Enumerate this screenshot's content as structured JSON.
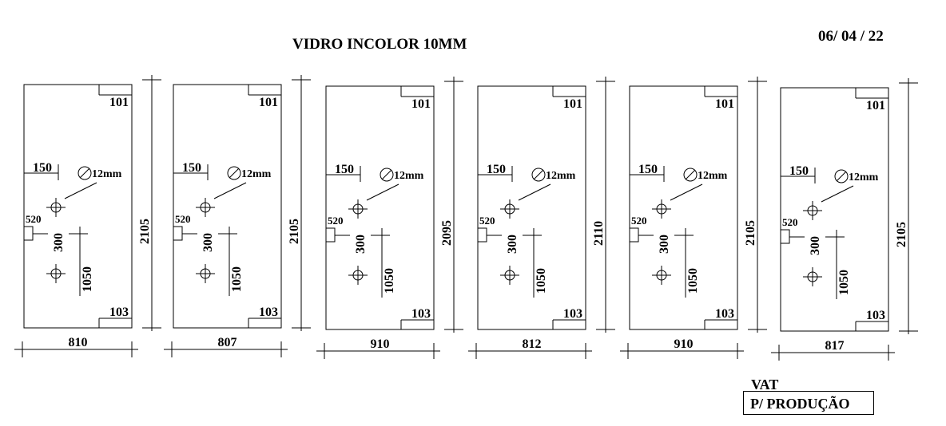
{
  "header": {
    "title": "VIDRO INCOLOR 10MM",
    "date": "06/ 04 / 22"
  },
  "footer": {
    "vat": "VAT",
    "box_label": "P/ PRODUÇÃO"
  },
  "panels": [
    {
      "width": "810",
      "height": "2105",
      "top_tag": "101",
      "bottom_tag": "103",
      "dim_150": "150",
      "dim_520": "520",
      "dim_300": "300",
      "dim_1050": "1050",
      "hole": "12mm"
    },
    {
      "width": "807",
      "height": "2105",
      "top_tag": "101",
      "bottom_tag": "103",
      "dim_150": "150",
      "dim_520": "520",
      "dim_300": "300",
      "dim_1050": "1050",
      "hole": "12mm"
    },
    {
      "width": "910",
      "height": "2095",
      "top_tag": "101",
      "bottom_tag": "103",
      "dim_150": "150",
      "dim_520": "520",
      "dim_300": "300",
      "dim_1050": "1050",
      "hole": "12mm"
    },
    {
      "width": "812",
      "height": "2110",
      "top_tag": "101",
      "bottom_tag": "103",
      "dim_150": "150",
      "dim_520": "520",
      "dim_300": "300",
      "dim_1050": "1050",
      "hole": "12mm"
    },
    {
      "width": "910",
      "height": "2105",
      "top_tag": "101",
      "bottom_tag": "103",
      "dim_150": "150",
      "dim_520": "520",
      "dim_300": "300",
      "dim_1050": "1050",
      "hole": "12mm"
    },
    {
      "width": "817",
      "height": "2105",
      "top_tag": "101",
      "bottom_tag": "103",
      "dim_150": "150",
      "dim_520": "520",
      "dim_300": "300",
      "dim_1050": "1050",
      "hole": "12mm"
    }
  ]
}
